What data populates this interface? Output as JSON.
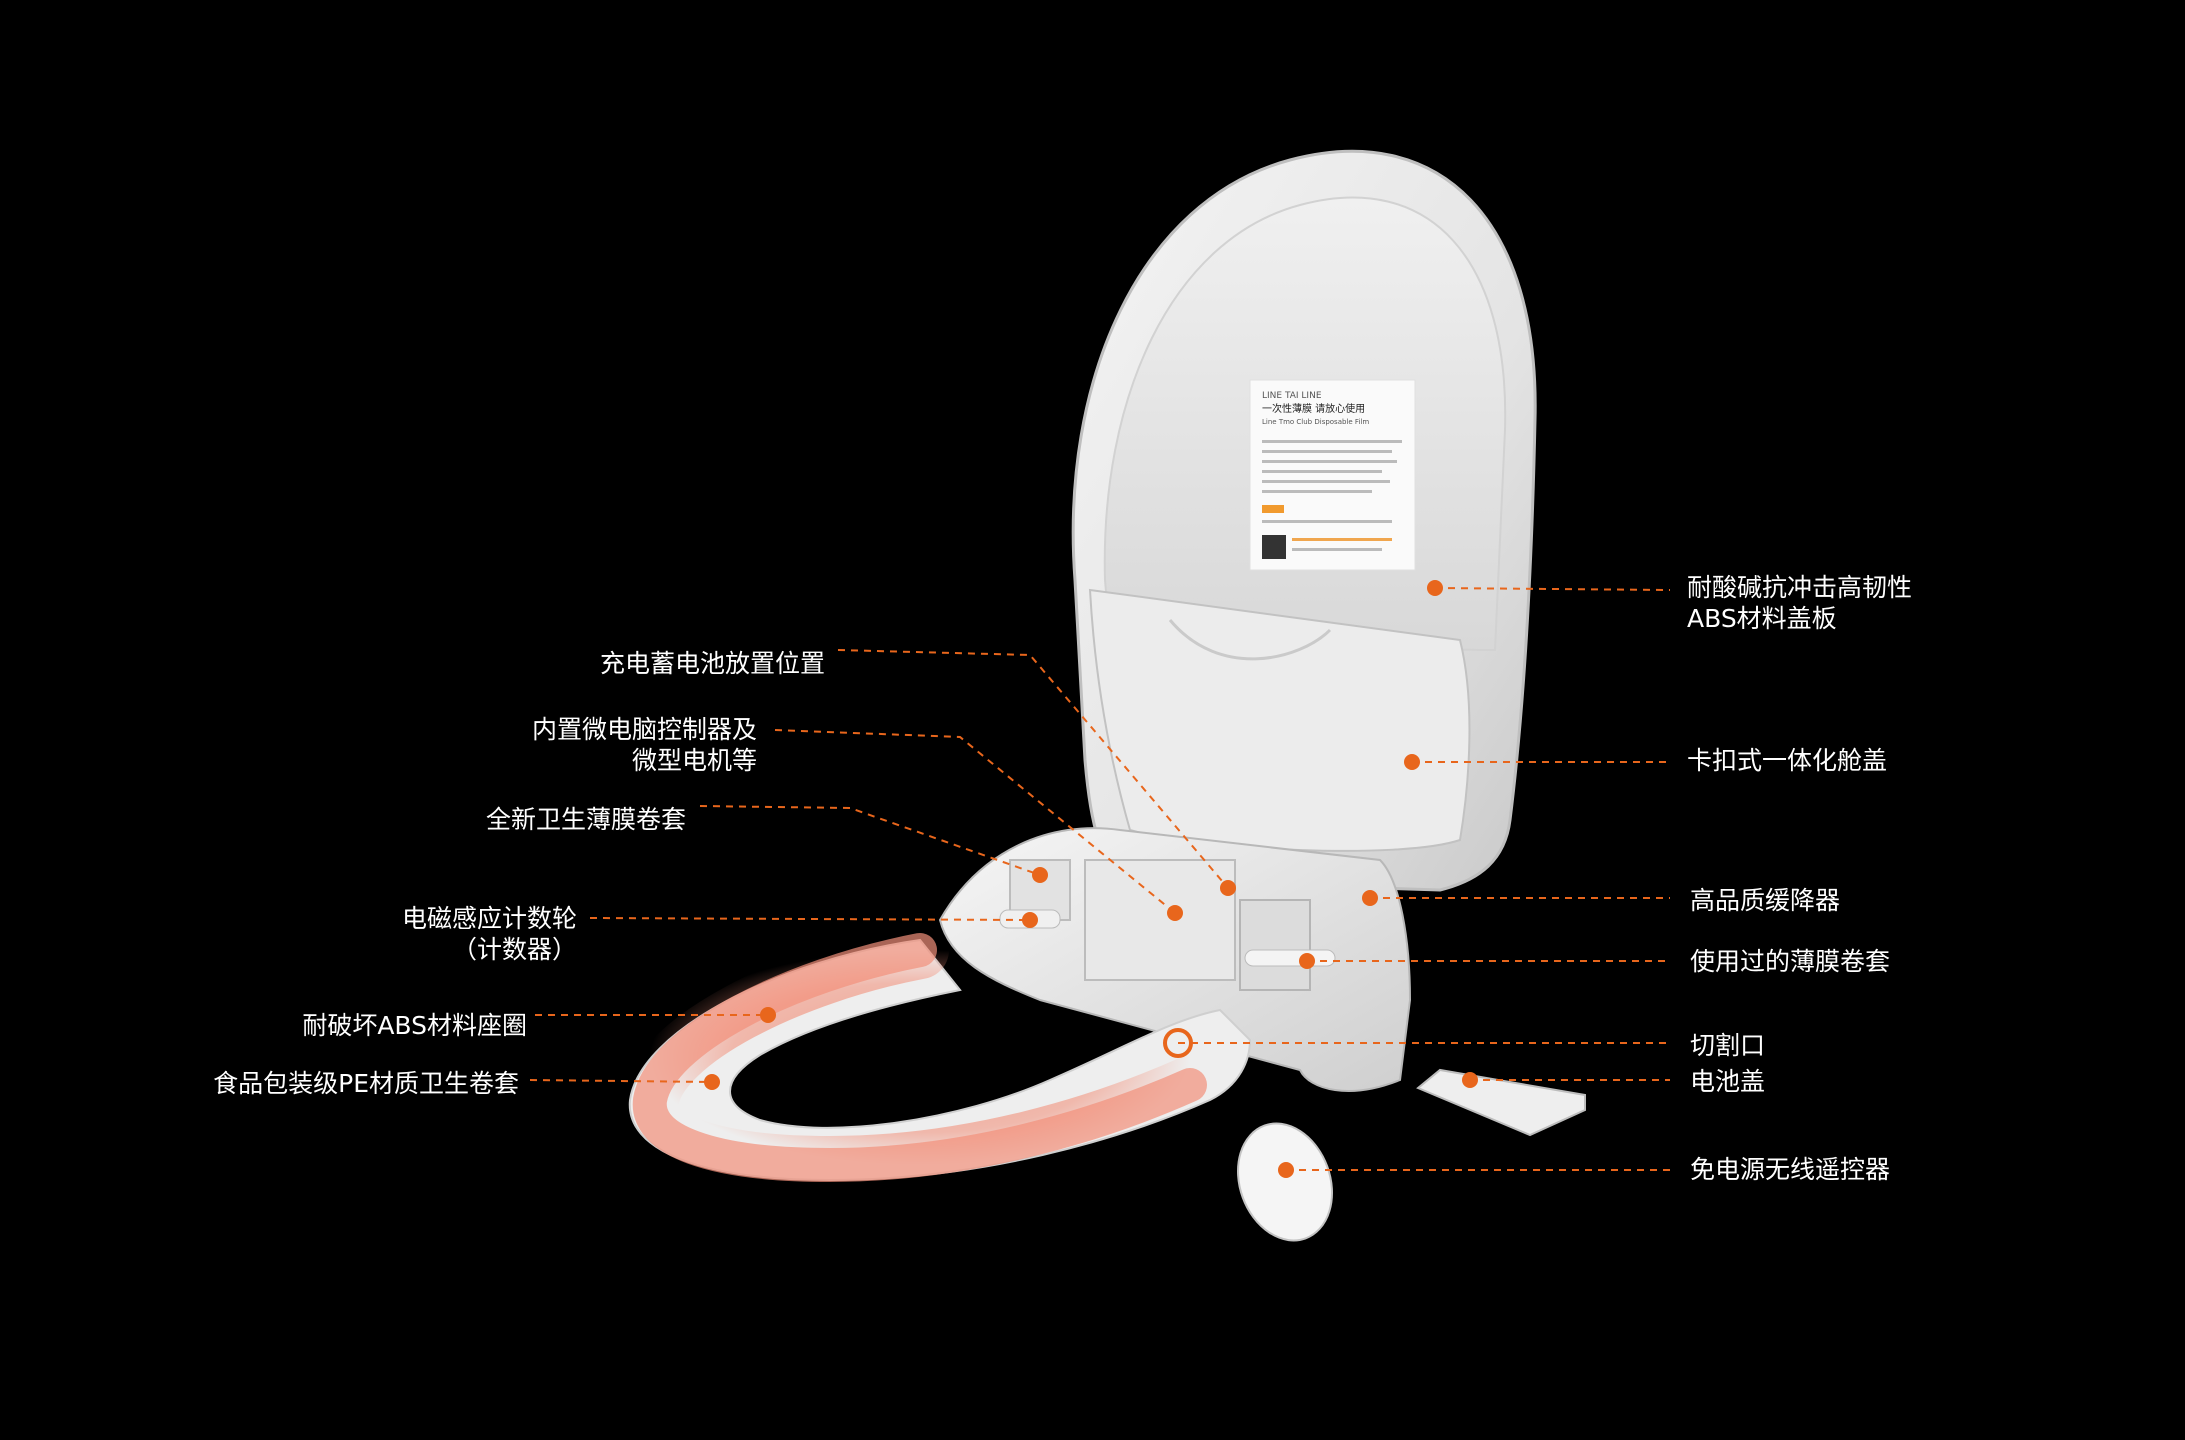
{
  "colors": {
    "background": "#000000",
    "leader": "#e8661c",
    "text": "#ffffff",
    "highlight": "#f2907a"
  },
  "product_card": {
    "lines": [
      "LINE TAI LINE",
      "一次性薄膜 请放心使用",
      "Line Tmo Club Disposable Film"
    ]
  },
  "callouts_left": [
    {
      "id": "charge",
      "lines": [
        "充电蓄电池放置位置"
      ]
    },
    {
      "id": "controller",
      "lines": [
        "内置微电脑控制器及",
        "微型电机等"
      ]
    },
    {
      "id": "new-film",
      "lines": [
        "全新卫生薄膜卷套"
      ]
    },
    {
      "id": "counter",
      "lines": [
        "电磁感应计数轮",
        "（计数器）"
      ]
    },
    {
      "id": "seat-ring",
      "lines": [
        "耐破坏ABS材料座圈"
      ]
    },
    {
      "id": "pe-sleeve",
      "lines": [
        "食品包装级PE材质卫生卷套"
      ]
    }
  ],
  "callouts_right": [
    {
      "id": "lid",
      "lines": [
        "耐酸碱抗冲击高韧性",
        "ABS材料盖板"
      ]
    },
    {
      "id": "cabin-cover",
      "lines": [
        "卡扣式一体化舱盖"
      ]
    },
    {
      "id": "damper",
      "lines": [
        "高品质缓降器"
      ]
    },
    {
      "id": "used-film",
      "lines": [
        "使用过的薄膜卷套"
      ]
    },
    {
      "id": "cutter",
      "lines": [
        "切割口"
      ]
    },
    {
      "id": "battery-cover",
      "lines": [
        "电池盖"
      ]
    },
    {
      "id": "remote",
      "lines": [
        "免电源无线遥控器"
      ]
    }
  ]
}
